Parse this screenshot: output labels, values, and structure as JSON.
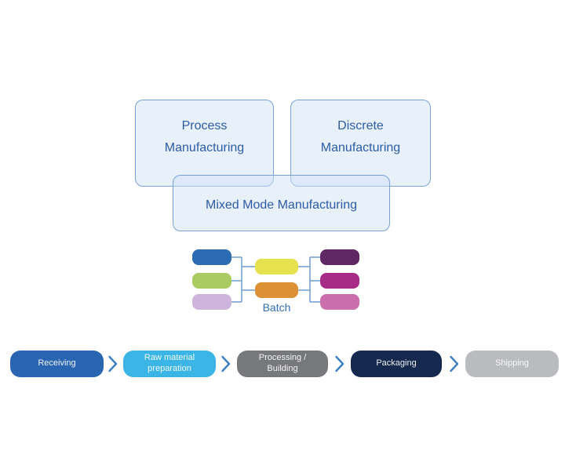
{
  "diagram": {
    "venn": {
      "boxes": [
        {
          "label": "Process\nManufacturing"
        },
        {
          "label": "Discrete\nManufacturing"
        },
        {
          "label": "Mixed Mode Manufacturing"
        }
      ],
      "fill": "#E8F0FA",
      "overlap_fill": "#DCE8F7",
      "border_color": "#78A2D8",
      "text_color": "#2B5CA8"
    },
    "batch_cluster": {
      "label": "Batch",
      "label_color": "#2F6EB6",
      "connector_color": "#6D9CD1",
      "left_nodes": [
        "#2B6CB5",
        "#A9CB61",
        "#CDB4DC"
      ],
      "middle_nodes": [
        "#E6E14F",
        "#DB9134"
      ],
      "right_nodes": [
        "#5F2763",
        "#A62C87",
        "#CA6EAE"
      ]
    },
    "flow": {
      "steps": [
        {
          "label": "Receiving",
          "color": "#2A65B2"
        },
        {
          "label": "Raw material\npreparation",
          "color": "#3BB4E6"
        },
        {
          "label": "Processing /\nBuilding",
          "color": "#77787B"
        },
        {
          "label": "Packaging",
          "color": "#15294E"
        },
        {
          "label": "Shipping",
          "color": "#B9BBBE"
        }
      ],
      "chevron_color": "#3A7FC1",
      "text_color": "#FFFFFF"
    }
  }
}
